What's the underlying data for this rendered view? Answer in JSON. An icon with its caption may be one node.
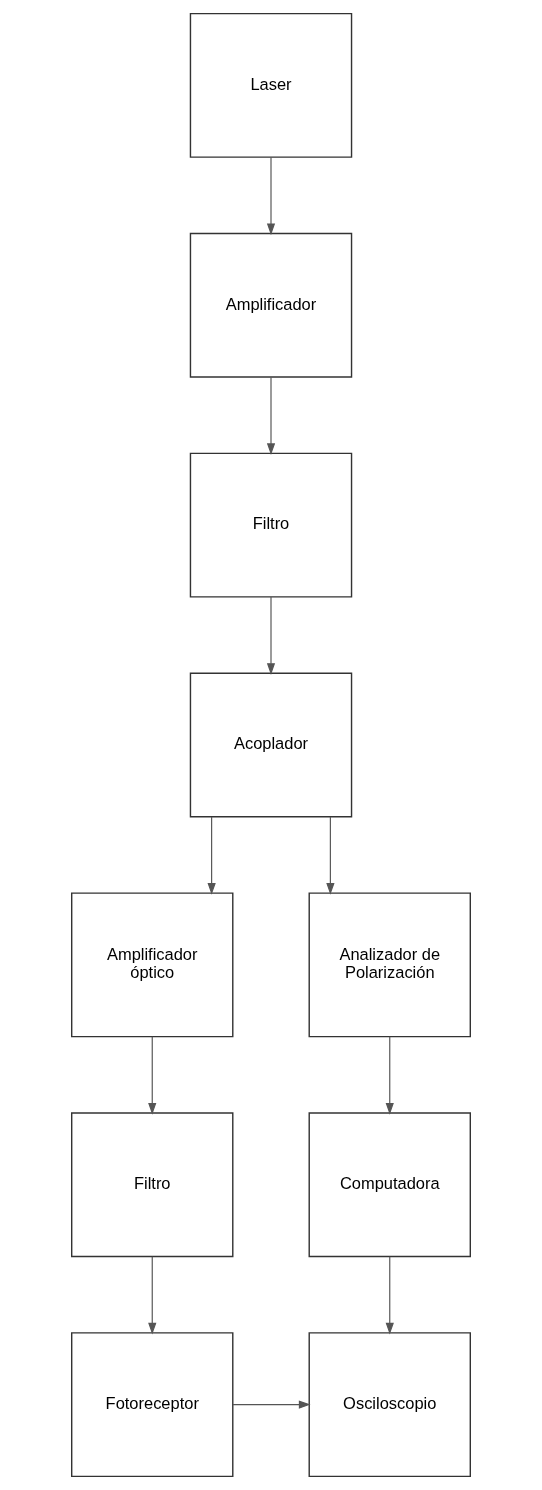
{
  "diagram": {
    "nodes": [
      {
        "text": [
          "Laser"
        ]
      },
      {
        "text": [
          "Amplificador"
        ]
      },
      {
        "text": [
          "Filtro"
        ]
      },
      {
        "text": [
          "Acoplador"
        ]
      },
      {
        "text": [
          "Amplificador óptico"
        ]
      },
      {
        "text": [
          "Analizador de Polarización"
        ]
      },
      {
        "text": [
          "Filtro"
        ]
      },
      {
        "text": [
          "Computadora"
        ]
      },
      {
        "text": [
          "Fotoreceptor"
        ]
      },
      {
        "text": [
          "Osciloscopio"
        ]
      }
    ],
    "edges": [
      {
        "from": 0,
        "to": 1,
        "arrow": "to"
      },
      {
        "from": 1,
        "to": 2,
        "arrow": "to"
      },
      {
        "from": 2,
        "to": 3,
        "arrow": "to"
      },
      {
        "from": 3,
        "to": 4,
        "arrow": "to"
      },
      {
        "from": 3,
        "to": 5,
        "arrow": "to"
      },
      {
        "from": 4,
        "to": 6,
        "arrow": "to"
      },
      {
        "from": 5,
        "to": 7,
        "arrow": "to"
      },
      {
        "from": 6,
        "to": 8,
        "arrow": "to"
      },
      {
        "from": 7,
        "to": 9,
        "arrow": "to"
      },
      {
        "from": 8,
        "to": 9,
        "arrow": "to"
      }
    ]
  }
}
